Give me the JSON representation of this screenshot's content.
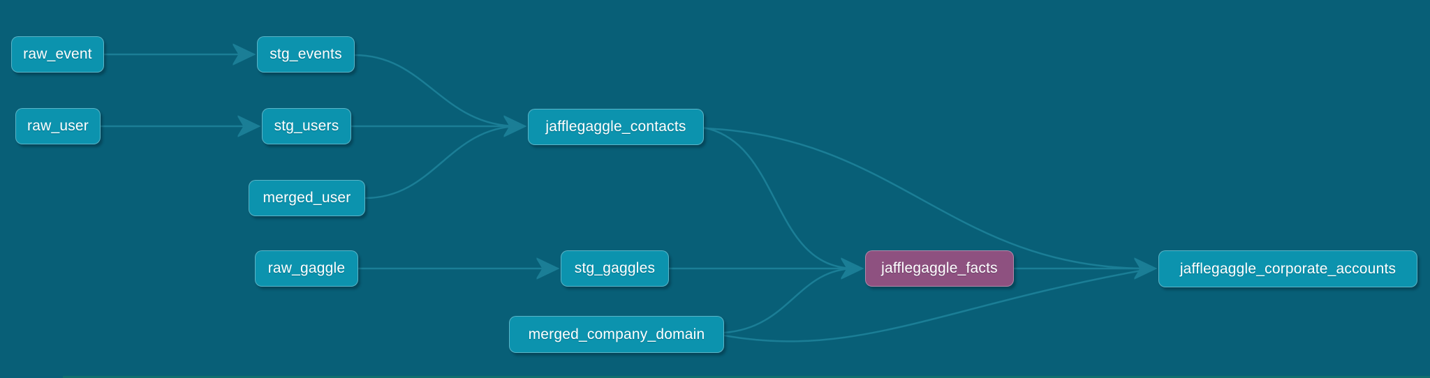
{
  "app": {
    "view": "model lineage graph"
  },
  "colors": {
    "background": "#085F77",
    "node_fill": "#0C93AE",
    "selected_node_fill": "#8E5180",
    "edge": "#1B7E96",
    "label_text": "#FFFFFF",
    "bottom_strip": "#106E6E"
  },
  "graph": {
    "nodes": [
      {
        "id": "raw_event",
        "label": "raw_event",
        "selected": false
      },
      {
        "id": "stg_events",
        "label": "stg_events",
        "selected": false
      },
      {
        "id": "raw_user",
        "label": "raw_user",
        "selected": false
      },
      {
        "id": "stg_users",
        "label": "stg_users",
        "selected": false
      },
      {
        "id": "merged_user",
        "label": "merged_user",
        "selected": false
      },
      {
        "id": "jafflegaggle_contacts",
        "label": "jafflegaggle_contacts",
        "selected": false
      },
      {
        "id": "raw_gaggle",
        "label": "raw_gaggle",
        "selected": false
      },
      {
        "id": "stg_gaggles",
        "label": "stg_gaggles",
        "selected": false
      },
      {
        "id": "jafflegaggle_facts",
        "label": "jafflegaggle_facts",
        "selected": true
      },
      {
        "id": "merged_company_domain",
        "label": "merged_company_domain",
        "selected": false
      },
      {
        "id": "jafflegaggle_corporate_accounts",
        "label": "jafflegaggle_corporate_accounts",
        "selected": false
      }
    ],
    "edges": [
      {
        "from": "raw_event",
        "to": "stg_events"
      },
      {
        "from": "raw_user",
        "to": "stg_users"
      },
      {
        "from": "stg_events",
        "to": "jafflegaggle_contacts"
      },
      {
        "from": "stg_users",
        "to": "jafflegaggle_contacts"
      },
      {
        "from": "merged_user",
        "to": "jafflegaggle_contacts"
      },
      {
        "from": "raw_gaggle",
        "to": "stg_gaggles"
      },
      {
        "from": "stg_gaggles",
        "to": "jafflegaggle_facts"
      },
      {
        "from": "jafflegaggle_contacts",
        "to": "jafflegaggle_facts"
      },
      {
        "from": "merged_company_domain",
        "to": "jafflegaggle_facts"
      },
      {
        "from": "jafflegaggle_facts",
        "to": "jafflegaggle_corporate_accounts"
      },
      {
        "from": "jafflegaggle_contacts",
        "to": "jafflegaggle_corporate_accounts"
      },
      {
        "from": "merged_company_domain",
        "to": "jafflegaggle_corporate_accounts"
      }
    ]
  }
}
